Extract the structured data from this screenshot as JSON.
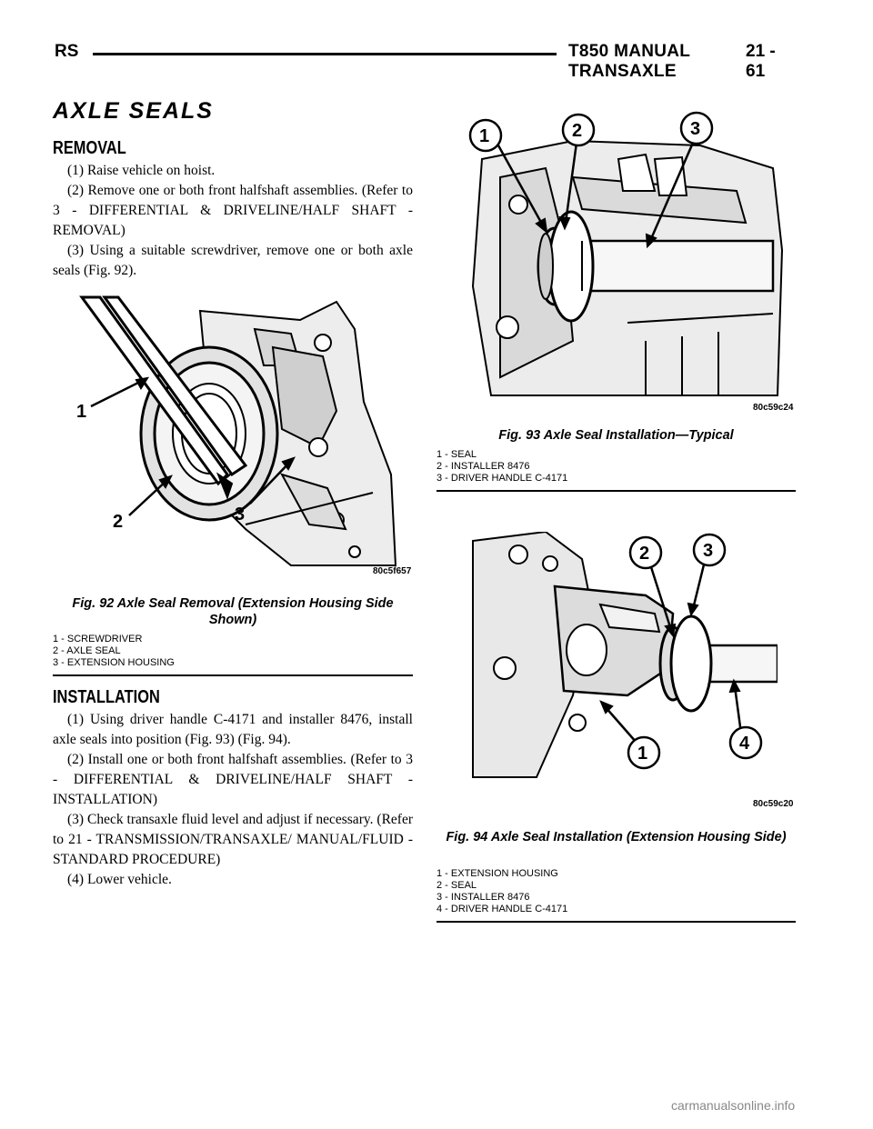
{
  "header": {
    "section": "RS",
    "title": "T850 MANUAL TRANSAXLE",
    "page": "21 - 61"
  },
  "title": "AXLE SEALS",
  "removal": {
    "heading": "REMOVAL",
    "steps": [
      "(1) Raise vehicle on hoist.",
      "(2) Remove one or both front halfshaft assemblies. (Refer to 3 - DIFFERENTIAL & DRIVELINE/HALF SHAFT - REMOVAL)",
      "(3) Using a suitable screwdriver, remove one or both axle seals (Fig. 92)."
    ]
  },
  "installation": {
    "heading": "INSTALLATION",
    "steps": [
      "(1) Using driver handle C-4171 and installer 8476, install axle seals into position (Fig. 93) (Fig. 94).",
      "(2) Install one or both front halfshaft assemblies. (Refer to 3 - DIFFERENTIAL & DRIVELINE/HALF SHAFT - INSTALLATION)",
      "(3) Check transaxle fluid level and adjust if necessary. (Refer to 21 - TRANSMISSION/TRANSAXLE/ MANUAL/FLUID - STANDARD PROCEDURE)",
      "(4) Lower vehicle."
    ]
  },
  "fig92": {
    "code": "80c5f657",
    "caption": "Fig. 92 Axle Seal Removal (Extension Housing Side Shown)",
    "callouts": [
      "1",
      "2",
      "3"
    ],
    "legend": [
      "1 - SCREWDRIVER",
      "2 - AXLE SEAL",
      "3 - EXTENSION HOUSING"
    ]
  },
  "fig93": {
    "code": "80c59c24",
    "caption": "Fig. 93 Axle Seal Installation—Typical",
    "callouts": [
      "1",
      "2",
      "3"
    ],
    "legend": [
      "1 - SEAL",
      "2 - INSTALLER 8476",
      "3 - DRIVER HANDLE C-4171"
    ]
  },
  "fig94": {
    "code": "80c59c20",
    "caption": "Fig. 94 Axle Seal Installation (Extension Housing Side)",
    "callouts": [
      "1",
      "2",
      "3",
      "4"
    ],
    "legend": [
      "1 - EXTENSION HOUSING",
      "2 - SEAL",
      "3 - INSTALLER 8476",
      "4 - DRIVER HANDLE C-4171"
    ]
  },
  "footer": "carmanualsonline.info"
}
